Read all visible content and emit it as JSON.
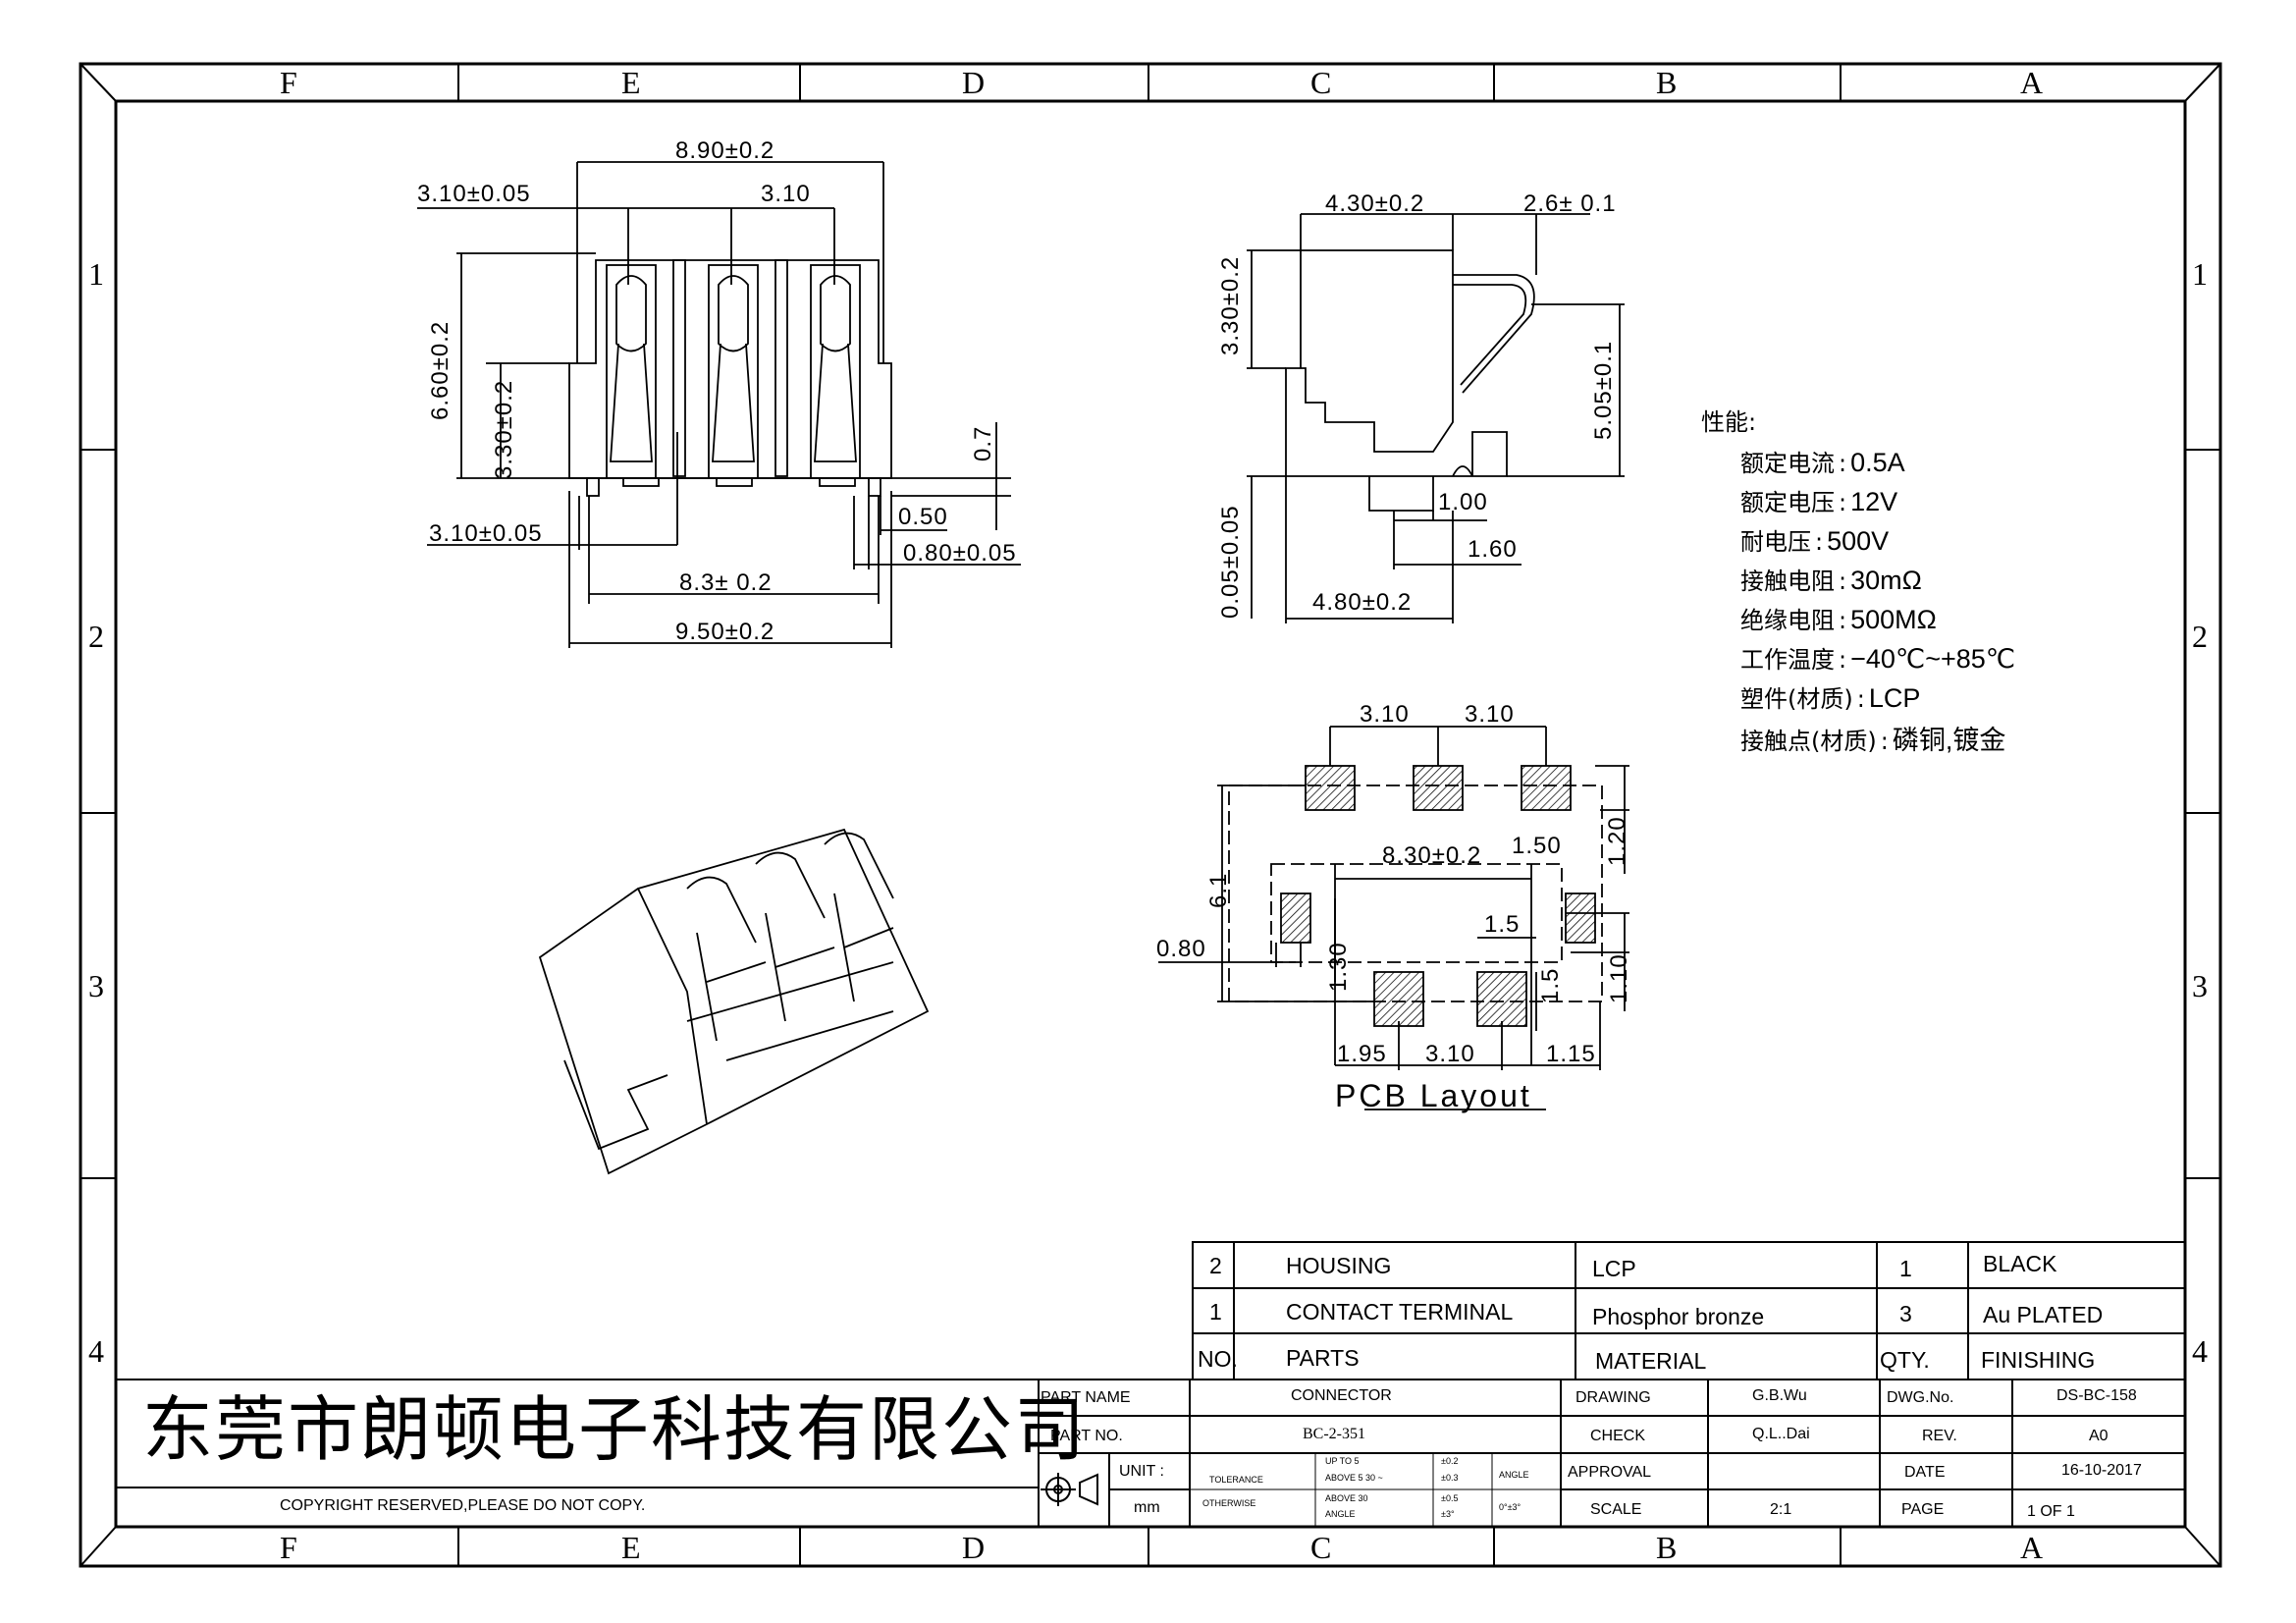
{
  "zones": {
    "columns": [
      "F",
      "E",
      "D",
      "C",
      "B",
      "A"
    ],
    "rows": [
      "1",
      "2",
      "3",
      "4"
    ]
  },
  "front_view": {
    "overall_width_top": "8.90±0.2",
    "pitch_left": "3.10±0.05",
    "pitch_right": "3.10",
    "height": "6.60±0.2",
    "lower_height": "3.30±0.2",
    "foot_height": "0.7",
    "foot_pitch": "3.10±0.05",
    "foot_gap": "0.50",
    "foot_width": "0.80±0.05",
    "foot_span": "8.3± 0.2",
    "overall_width_bottom": "9.50±0.2"
  },
  "side_view": {
    "top_depth": "4.30±0.2",
    "contact_offset": "2.6± 0.1",
    "top_height": "3.30±0.2",
    "contact_height": "5.05±0.1",
    "base_offset": "0.05±0.05",
    "foot_1": "1.00",
    "foot_2": "1.60",
    "bottom_depth": "4.80±0.2"
  },
  "specs": {
    "heading": "性能:",
    "items": [
      {
        "label": "额定电流",
        "value": "0.5A"
      },
      {
        "label": "额定电压",
        "value": "12V"
      },
      {
        "label": "耐电压",
        "value": "500V"
      },
      {
        "label": "接触电阻",
        "value": "30mΩ"
      },
      {
        "label": "绝缘电阻",
        "value": "500MΩ"
      },
      {
        "label": "工作温度",
        "value": "−40℃~+85℃"
      },
      {
        "label": "塑件(材质)",
        "value": "LCP"
      },
      {
        "label": "接触点(材质)",
        "value": "磷铜,镀金"
      }
    ]
  },
  "pcb_layout": {
    "title": "PCB Layout",
    "pitch_a": "3.10",
    "pitch_b": "3.10",
    "width": "6.1",
    "span": "8.30±0.2",
    "pad_1": "1.50",
    "pad_2": "1.20",
    "offset_x": "0.80",
    "pad_3": "1.5",
    "pad_4": "1.30",
    "pad_5": "1.5",
    "pad_6": "1.10",
    "edge_left": "1.95",
    "pitch_c": "3.10",
    "edge_right": "1.15"
  },
  "bom": {
    "headers": [
      "NO.",
      "PARTS",
      "MATERIAL",
      "QTY.",
      "FINISHING"
    ],
    "rows": [
      [
        "2",
        "HOUSING",
        "LCP",
        "1",
        "BLACK"
      ],
      [
        "1",
        "CONTACT TERMINAL",
        "Phosphor bronze",
        "3",
        "Au PLATED"
      ]
    ]
  },
  "title_block": {
    "company": "东莞市朗顿电子科技有限公司",
    "copyright": "COPYRIGHT RESERVED,PLEASE DO NOT COPY.",
    "part_name_label": "PART NAME",
    "part_name": "CONNECTOR",
    "part_no_label": "PART NO.",
    "part_no": "BC-2-351",
    "unit_label": "UNIT :",
    "unit": "mm",
    "tolerance_label": "TOLERANCE",
    "otherwise_label": "OTHERWISE",
    "tol_rows": [
      {
        "range": "UP TO 5",
        "value": "±0.2"
      },
      {
        "range": "ABOVE 5  30 ~",
        "value": "±0.3"
      },
      {
        "range": "ABOVE 30",
        "value": "±0.5"
      },
      {
        "range": "ANGLE",
        "value": "±3°"
      }
    ],
    "angle_label": "ANGLE",
    "angle_value": "0°±3°",
    "drawing_label": "DRAWING",
    "drawing_by": "G.B.Wu",
    "check_label": "CHECK",
    "check_by": "Q.L..Dai",
    "approval_label": "APPROVAL",
    "approval_by": "",
    "scale_label": "SCALE",
    "scale": "2:1",
    "dwg_no_label": "DWG.No.",
    "dwg_no": "DS-BC-158",
    "rev_label": "REV.",
    "rev": "A0",
    "date_label": "DATE",
    "date": "16-10-2017",
    "page_label": "PAGE",
    "page": "1 OF 1"
  }
}
